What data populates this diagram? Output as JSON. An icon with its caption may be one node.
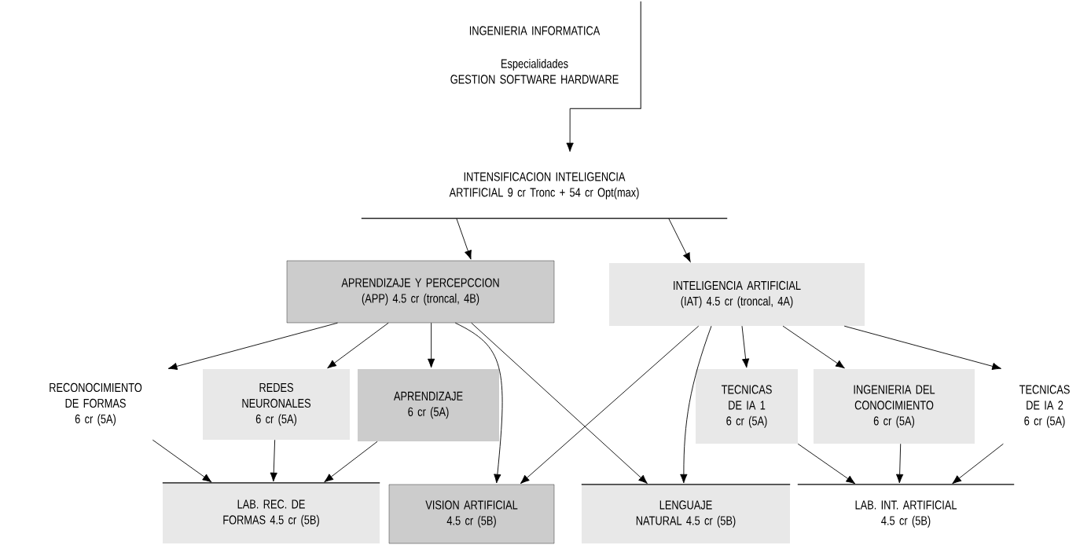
{
  "diagram": {
    "nodes": [
      {
        "text": [
          "INGENIERIA INFORMATICA",
          "Especialidades",
          "GESTION SOFTWARE HARDWARE"
        ]
      },
      {
        "text": [
          "INTENSIFICACION INTELIGENCIA ARTIFICIAL 9 cr Tronc + 54 cr Opt(max)"
        ]
      },
      {
        "text": [
          "APRENDIZAJE Y PERCEPCCION (APP) 4.5 cr (troncal, 4B)"
        ]
      },
      {
        "text": [
          "INTELIGENCIA ARTIFICIAL (IAT) 4.5 cr (troncal, 4A)"
        ]
      },
      {
        "text": [
          "RECONOCIMIENTO DE FORMAS 6 cr (5A)"
        ]
      },
      {
        "text": [
          "REDES NEURONALES 6 cr (5A)"
        ]
      },
      {
        "text": [
          "APRENDIZAJE 6 cr (5A)"
        ]
      },
      {
        "text": [
          "TECNICAS DE IA 1 6 cr (5A)"
        ]
      },
      {
        "text": [
          "INGENIERIA DEL CONOCIMIENTO 6 cr (5A)"
        ]
      },
      {
        "text": [
          "TECNICAS DE IA 2 6 cr (5A)"
        ]
      },
      {
        "text": [
          "LAB. REC. DE FORMAS 4.5 cr (5B)"
        ]
      },
      {
        "text": [
          "VISION ARTIFICIAL 4.5 cr (5B)"
        ]
      },
      {
        "text": [
          "LENGUAJE NATURAL 4.5 cr (5B)"
        ]
      },
      {
        "text": [
          "LAB. INT. ARTIFICIAL 4.5 cr (5B)"
        ]
      }
    ],
    "edges": [
      {
        "from": 0,
        "to": 1,
        "arrow": "to"
      },
      {
        "from": 1,
        "to": 2,
        "arrow": "to"
      },
      {
        "from": 1,
        "to": 3,
        "arrow": "to"
      },
      {
        "from": 2,
        "to": 4,
        "arrow": "to"
      },
      {
        "from": 2,
        "to": 5,
        "arrow": "to"
      },
      {
        "from": 2,
        "to": 6,
        "arrow": "to"
      },
      {
        "from": 2,
        "to": 11,
        "arrow": "to"
      },
      {
        "from": 2,
        "to": 12,
        "arrow": "to"
      },
      {
        "from": 3,
        "to": 11,
        "arrow": "to"
      },
      {
        "from": 3,
        "to": 12,
        "arrow": "to"
      },
      {
        "from": 3,
        "to": 7,
        "arrow": "to"
      },
      {
        "from": 3,
        "to": 8,
        "arrow": "to"
      },
      {
        "from": 3,
        "to": 9,
        "arrow": "to"
      },
      {
        "from": 4,
        "to": 10,
        "arrow": "to"
      },
      {
        "from": 5,
        "to": 10,
        "arrow": "to"
      },
      {
        "from": 6,
        "to": 10,
        "arrow": "to"
      },
      {
        "from": 7,
        "to": 13,
        "arrow": "to"
      },
      {
        "from": 8,
        "to": 13,
        "arrow": "to"
      },
      {
        "from": 9,
        "to": 13,
        "arrow": "to"
      }
    ]
  }
}
